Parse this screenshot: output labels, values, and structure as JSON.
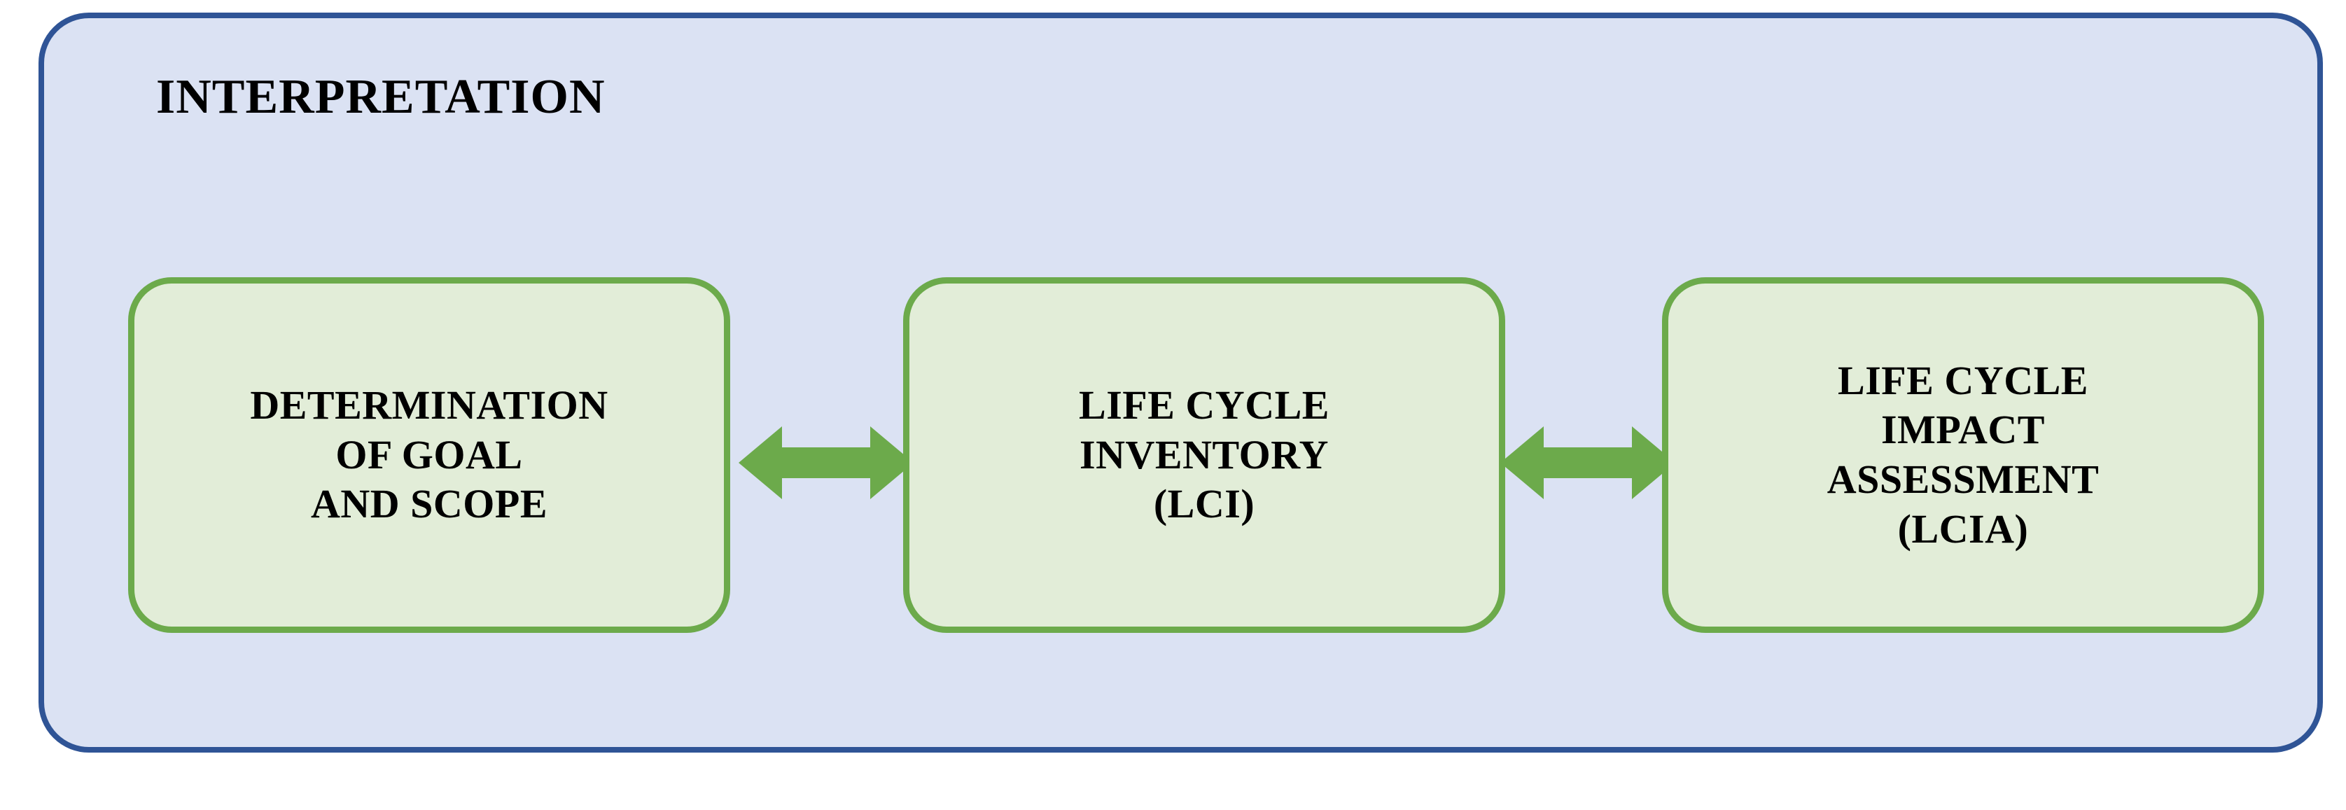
{
  "diagram": {
    "frame": {
      "title": "INTERPRETATION",
      "border_color": "#2F5496",
      "fill_color": "#DBE2F3"
    },
    "stage_box_style": {
      "border_color": "#6CAA4B",
      "fill_color": "#E2EDD8"
    },
    "arrow_color": "#6CAA4B",
    "stages": [
      {
        "id": "determination-of-goal-and-scope",
        "lines": [
          "DETERMINATION",
          "OF GOAL",
          "AND SCOPE"
        ]
      },
      {
        "id": "life-cycle-inventory",
        "lines": [
          "LIFE CYCLE",
          "INVENTORY",
          "(LCI)"
        ]
      },
      {
        "id": "life-cycle-impact-assessment",
        "lines": [
          "LIFE CYCLE",
          "IMPACT",
          "ASSESSMENT",
          "(LCIA)"
        ]
      }
    ],
    "connectors": [
      {
        "id": "connector-goal-to-inventory",
        "type": "bidirectional-arrow"
      },
      {
        "id": "connector-inventory-to-impact",
        "type": "bidirectional-arrow"
      }
    ]
  }
}
